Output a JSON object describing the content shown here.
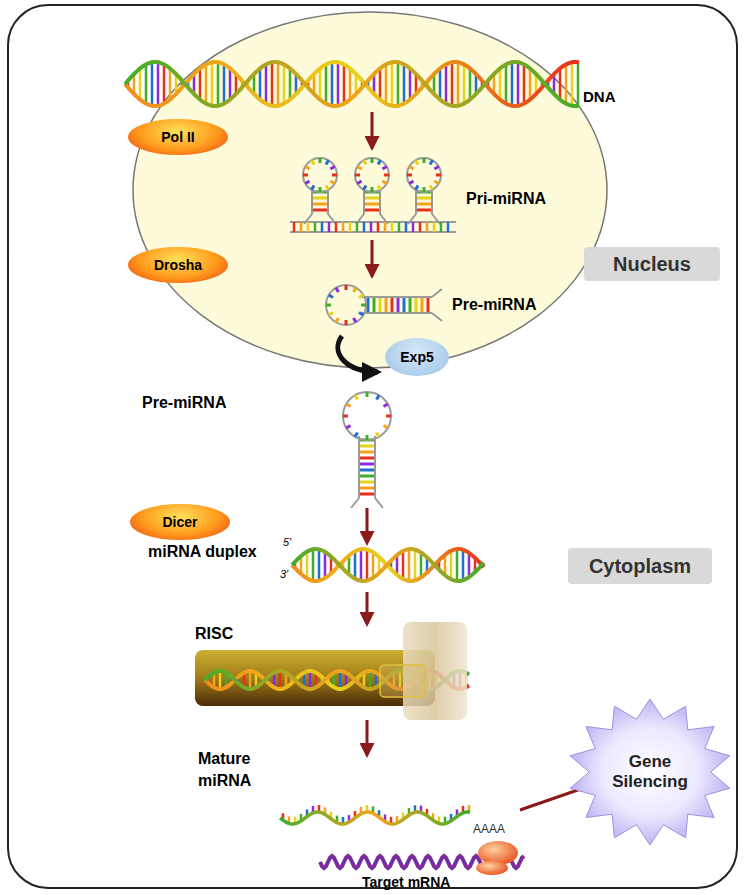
{
  "diagram": {
    "nodes": [
      {
        "text": [
          "Pol II"
        ]
      },
      {
        "text": [
          "Nucleus"
        ]
      },
      {
        "text": [
          "Drosha"
        ]
      },
      {
        "text": [
          "Exp5"
        ]
      },
      {
        "text": [
          "Dicer"
        ]
      },
      {
        "text": [
          "Cytoplasm"
        ]
      },
      {
        "text": [
          "RISC"
        ]
      },
      {
        "text": [
          "Gene Silencing"
        ]
      }
    ],
    "labels": [
      "DNA",
      "Pri-miRNA",
      "Pre-miRNA",
      "Pre-miRNA",
      "miRNA duplex",
      "5'",
      "3'",
      "Mature miRNA",
      "AAAA",
      "Target mRNA"
    ]
  }
}
